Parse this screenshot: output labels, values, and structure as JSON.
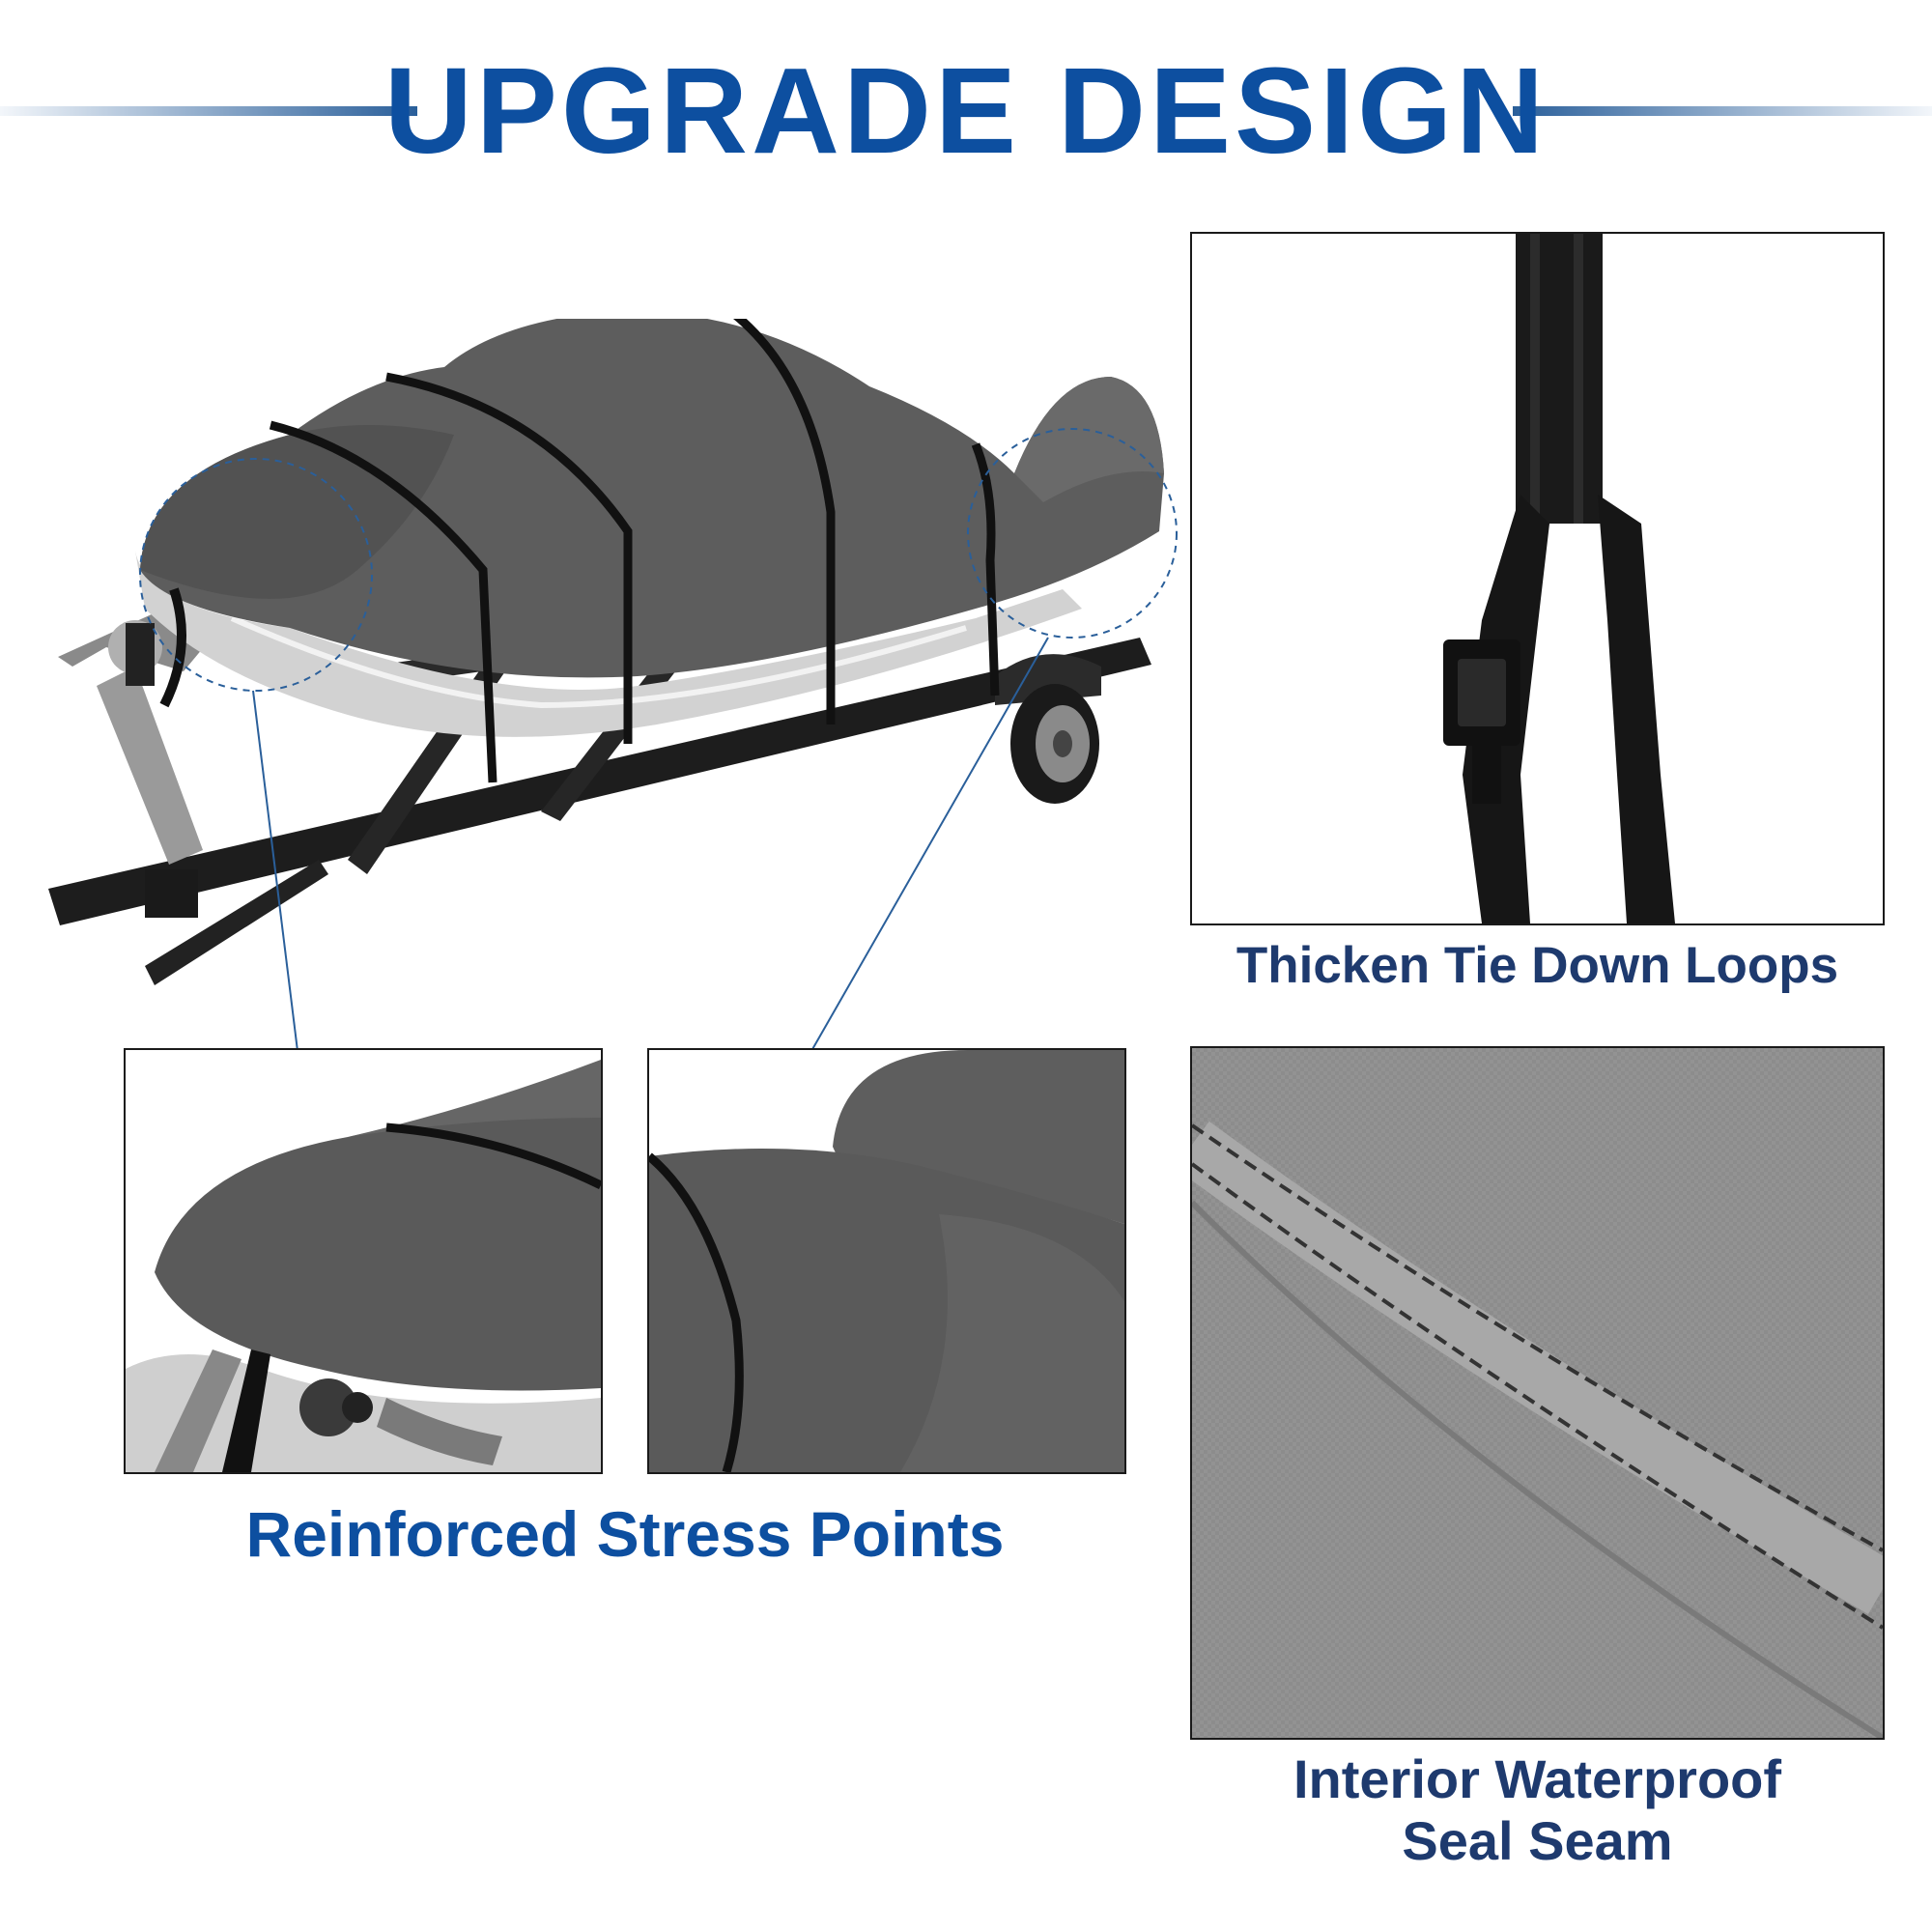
{
  "header": {
    "title": "UPGRADE DESIGN"
  },
  "captions": {
    "tie_down": "Thicken Tie Down Loops",
    "stress_points": "Reinforced Stress Points",
    "seal_seam_line1": "Interior Waterproof",
    "seal_seam_line2": "Seal Seam"
  },
  "colors": {
    "title_blue": "#0d4fa0",
    "caption_navy": "#1e3a6e",
    "cover_gray": "#5d5d5d",
    "strap_black": "#111111"
  }
}
